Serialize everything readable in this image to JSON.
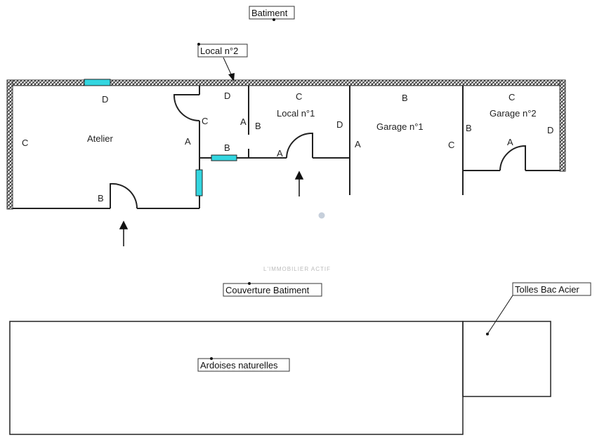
{
  "callouts": {
    "batiment": "Batiment",
    "local2": "Local n°2",
    "couverture": "Couverture Batiment",
    "tolles": "Tolles Bac Acier",
    "ardoises": "Ardoises naturelles"
  },
  "rooms": {
    "atelier": "Atelier",
    "local1": "Local n°1",
    "garage1": "Garage n°1",
    "garage2": "Garage n°2"
  },
  "wall_letters": {
    "atelier_d": "D",
    "atelier_c": "C",
    "atelier_a": "A",
    "atelier_b": "B",
    "local2_d": "D",
    "local2_c": "C",
    "local2_a": "A",
    "local2_b": "B",
    "local1_c": "C",
    "local1_b": "B",
    "local1_d": "D",
    "local1_a": "A",
    "garage1_b": "B",
    "garage1_a": "A",
    "garage1_c": "C",
    "garage2_c": "C",
    "garage2_b": "B",
    "garage2_d": "D",
    "garage2_a": "A"
  },
  "watermark": "L'IMMOBILIER ACTIF",
  "colors": {
    "wall": "#333333",
    "window": "#33d6e0",
    "line": "#222222"
  }
}
